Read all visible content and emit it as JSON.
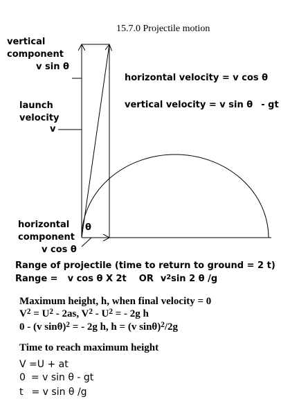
{
  "title": "15.7.0 Projectile motion",
  "diagram": {
    "labels": {
      "vertical_component": "vertical component",
      "v_sin_theta": "v sin θ",
      "launch_velocity": "launch velocity",
      "v": "v",
      "horizontal_component": "horizontal component",
      "v_cos_theta": "v cos θ",
      "theta": "θ"
    },
    "velocity_equations": {
      "horizontal": "horizontal velocity =   v cos θ",
      "vertical_main": "vertical velocity = v sin θ",
      "vertical_minus_gt": "- gt"
    }
  },
  "range": {
    "heading": "Range of projectile  (time to return to ground = 2 t)",
    "label": "Range =",
    "expr_a": "v cos θ  X 2t",
    "or": "OR",
    "expr_b_v": "v",
    "expr_b_sup": "2",
    "expr_b_rest": "sin 2 θ /g"
  },
  "max_height": {
    "heading": "Maximum height, h, when final velocity = 0",
    "line1": {
      "a": "V",
      "a_sup": "2",
      "b": " = U",
      "b_sup": "2",
      "c": " - 2as, V",
      "c_sup": "2",
      "d": " - U",
      "d_sup": "2",
      "e": " = - 2g h"
    },
    "line2": {
      "a": "0 - (v sinθ)",
      "a_sup": "2",
      "b": " = - 2g h, h = (v sinθ)",
      "b_sup": "2",
      "c": "/2g"
    }
  },
  "time_max": {
    "heading": "Time to reach maximum height",
    "line1": "V =U + at",
    "line2_lhs": "0",
    "line2_rhs": "= v sin θ - gt",
    "line3_lhs": "t",
    "line3_rhs": "= v sin θ /g"
  }
}
